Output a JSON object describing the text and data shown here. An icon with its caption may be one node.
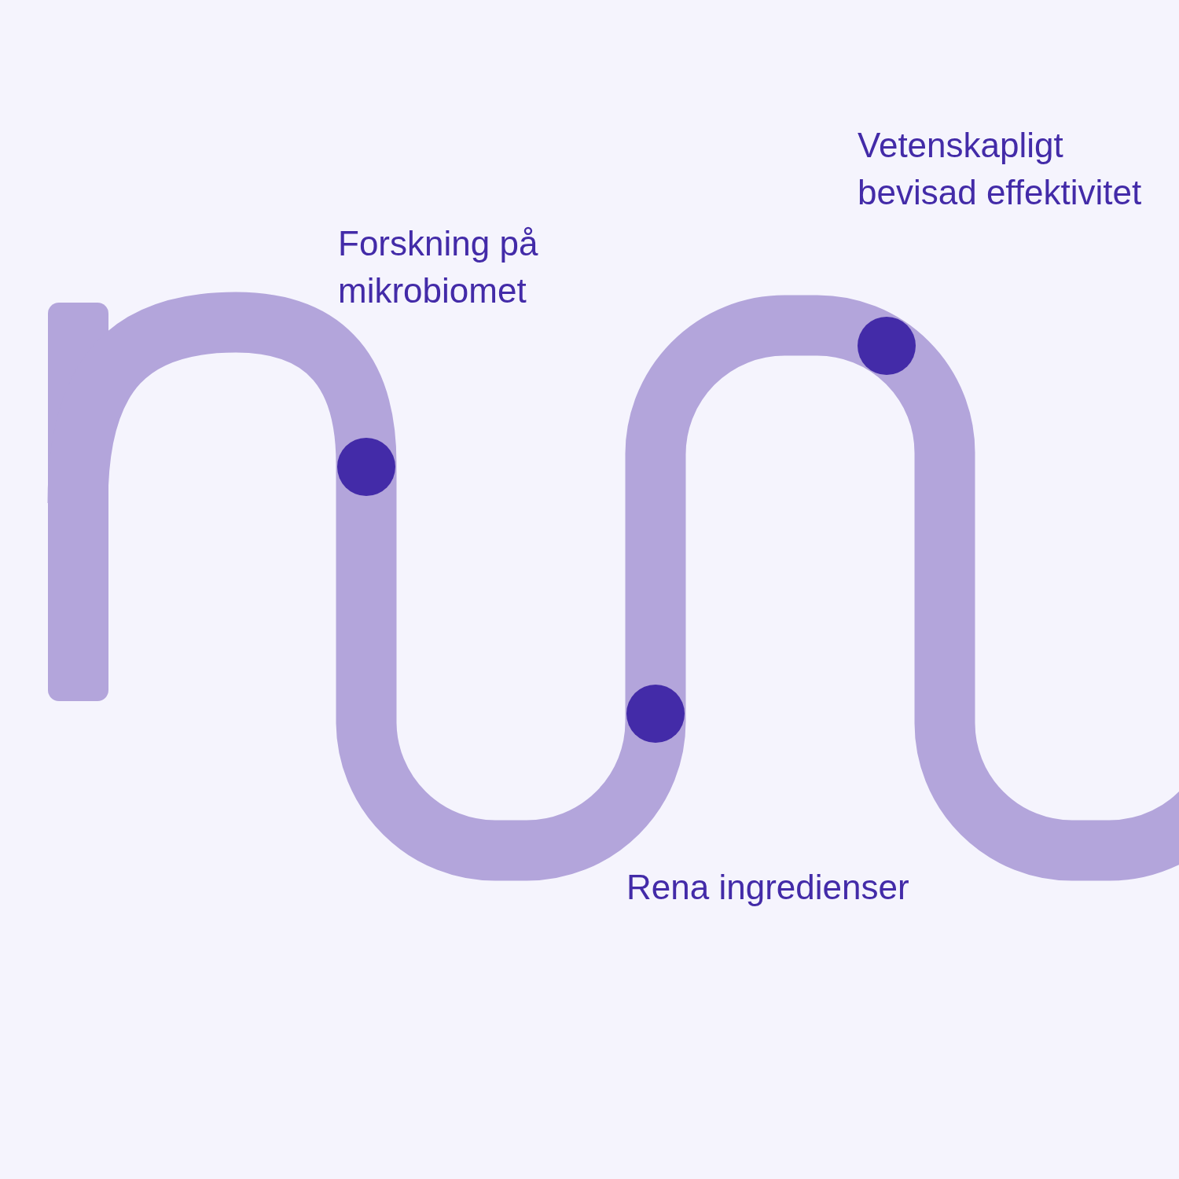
{
  "diagram": {
    "nodes": [
      {
        "text": [],
        "shape": "circle",
        "beside": [
          "Forskning på mikrobiomet"
        ]
      },
      {
        "text": [],
        "shape": "circle",
        "beside": [
          "Vetenskapligt bevisad effektivitet"
        ]
      },
      {
        "text": [],
        "shape": "circle",
        "beside": [
          "Rena ingredienser"
        ]
      }
    ]
  }
}
